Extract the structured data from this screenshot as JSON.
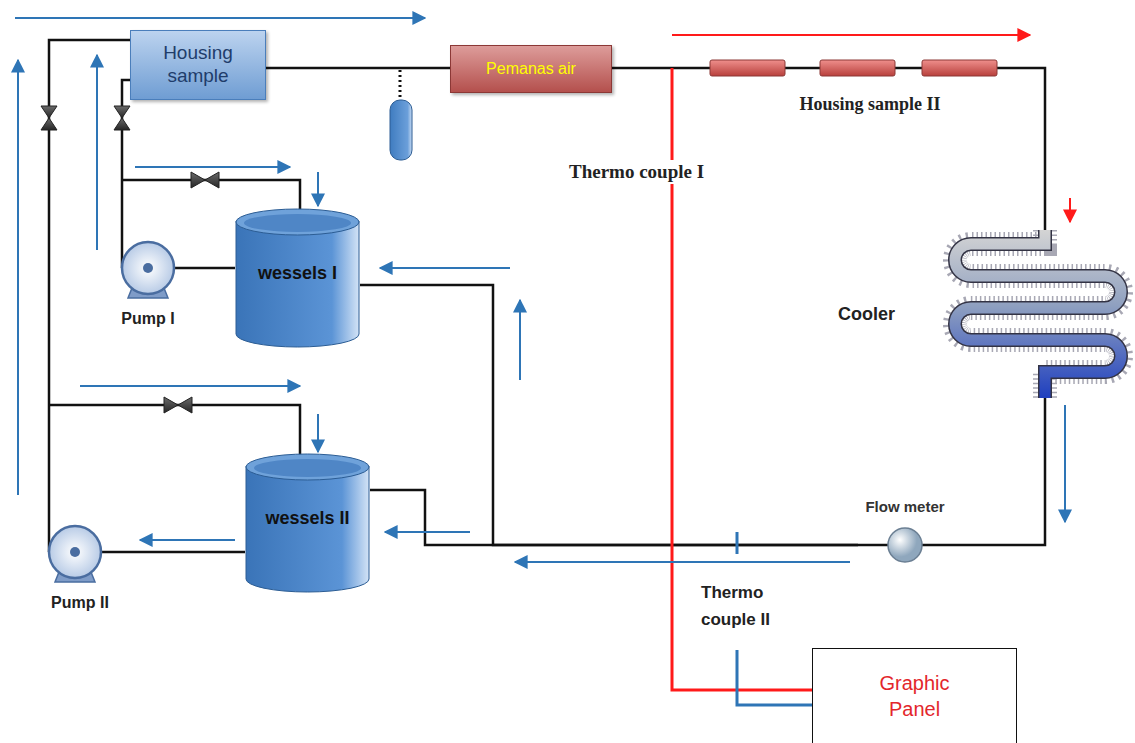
{
  "diagram": {
    "nodes": [
      {
        "text": [
          "Housing sample"
        ]
      },
      {
        "text": [
          "Pemanas air"
        ]
      },
      {
        "text": [
          "Housing sample II"
        ]
      },
      {
        "text": [
          "Cooler"
        ]
      },
      {
        "text": [
          "Flow meter"
        ]
      },
      {
        "text": [
          "wessels I"
        ]
      },
      {
        "text": [
          "wessels II"
        ]
      },
      {
        "text": [
          "Pump I"
        ]
      },
      {
        "text": [
          "Pump II"
        ]
      },
      {
        "text": [
          "Graphic Panel"
        ]
      }
    ],
    "edges": [
      {
        "from": 0,
        "to": 1,
        "arrow": "none"
      },
      {
        "from": 1,
        "to": 2,
        "arrow": "none"
      },
      {
        "from": 2,
        "to": 3,
        "arrow": "none"
      },
      {
        "from": 3,
        "to": 4,
        "arrow": "none"
      },
      {
        "from": 4,
        "to": 5,
        "arrow": "none"
      },
      {
        "from": 4,
        "to": 6,
        "arrow": "none"
      },
      {
        "from": 5,
        "to": 7,
        "arrow": "none"
      },
      {
        "from": 6,
        "to": 8,
        "arrow": "none"
      },
      {
        "from": 7,
        "to": 0,
        "arrow": "none"
      },
      {
        "from": 8,
        "to": 0,
        "arrow": "none"
      }
    ],
    "labels": [
      "Thermo couple I",
      "Thermo couple II"
    ]
  }
}
